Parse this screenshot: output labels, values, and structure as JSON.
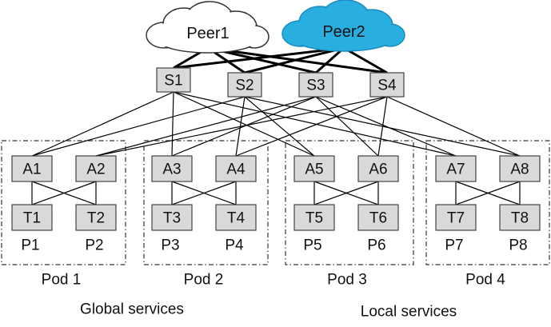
{
  "peers": [
    {
      "id": "peer1",
      "label": "Peer1",
      "fill": "#ffffff"
    },
    {
      "id": "peer2",
      "label": "Peer2",
      "fill": "#29aee0"
    }
  ],
  "spines": [
    {
      "id": "s1",
      "label": "S1"
    },
    {
      "id": "s2",
      "label": "S2"
    },
    {
      "id": "s3",
      "label": "S3"
    },
    {
      "id": "s4",
      "label": "S4"
    }
  ],
  "pods": [
    {
      "id": "pod1",
      "label": "Pod 1",
      "aggs": [
        "A1",
        "A2"
      ],
      "tors": [
        "T1",
        "T2"
      ],
      "prefixes": [
        "P1",
        "P2"
      ]
    },
    {
      "id": "pod2",
      "label": "Pod 2",
      "aggs": [
        "A3",
        "A4"
      ],
      "tors": [
        "T3",
        "T4"
      ],
      "prefixes": [
        "P3",
        "P4"
      ]
    },
    {
      "id": "pod3",
      "label": "Pod 3",
      "aggs": [
        "A5",
        "A6"
      ],
      "tors": [
        "T5",
        "T6"
      ],
      "prefixes": [
        "P5",
        "P6"
      ]
    },
    {
      "id": "pod4",
      "label": "Pod 4",
      "aggs": [
        "A7",
        "A8"
      ],
      "tors": [
        "T7",
        "T8"
      ],
      "prefixes": [
        "P7",
        "P8"
      ]
    }
  ],
  "services": {
    "global": "Global services",
    "local": "Local services"
  },
  "colors": {
    "box_fill": "#d9d9d9",
    "box_stroke": "#444444",
    "line": "#000000"
  }
}
